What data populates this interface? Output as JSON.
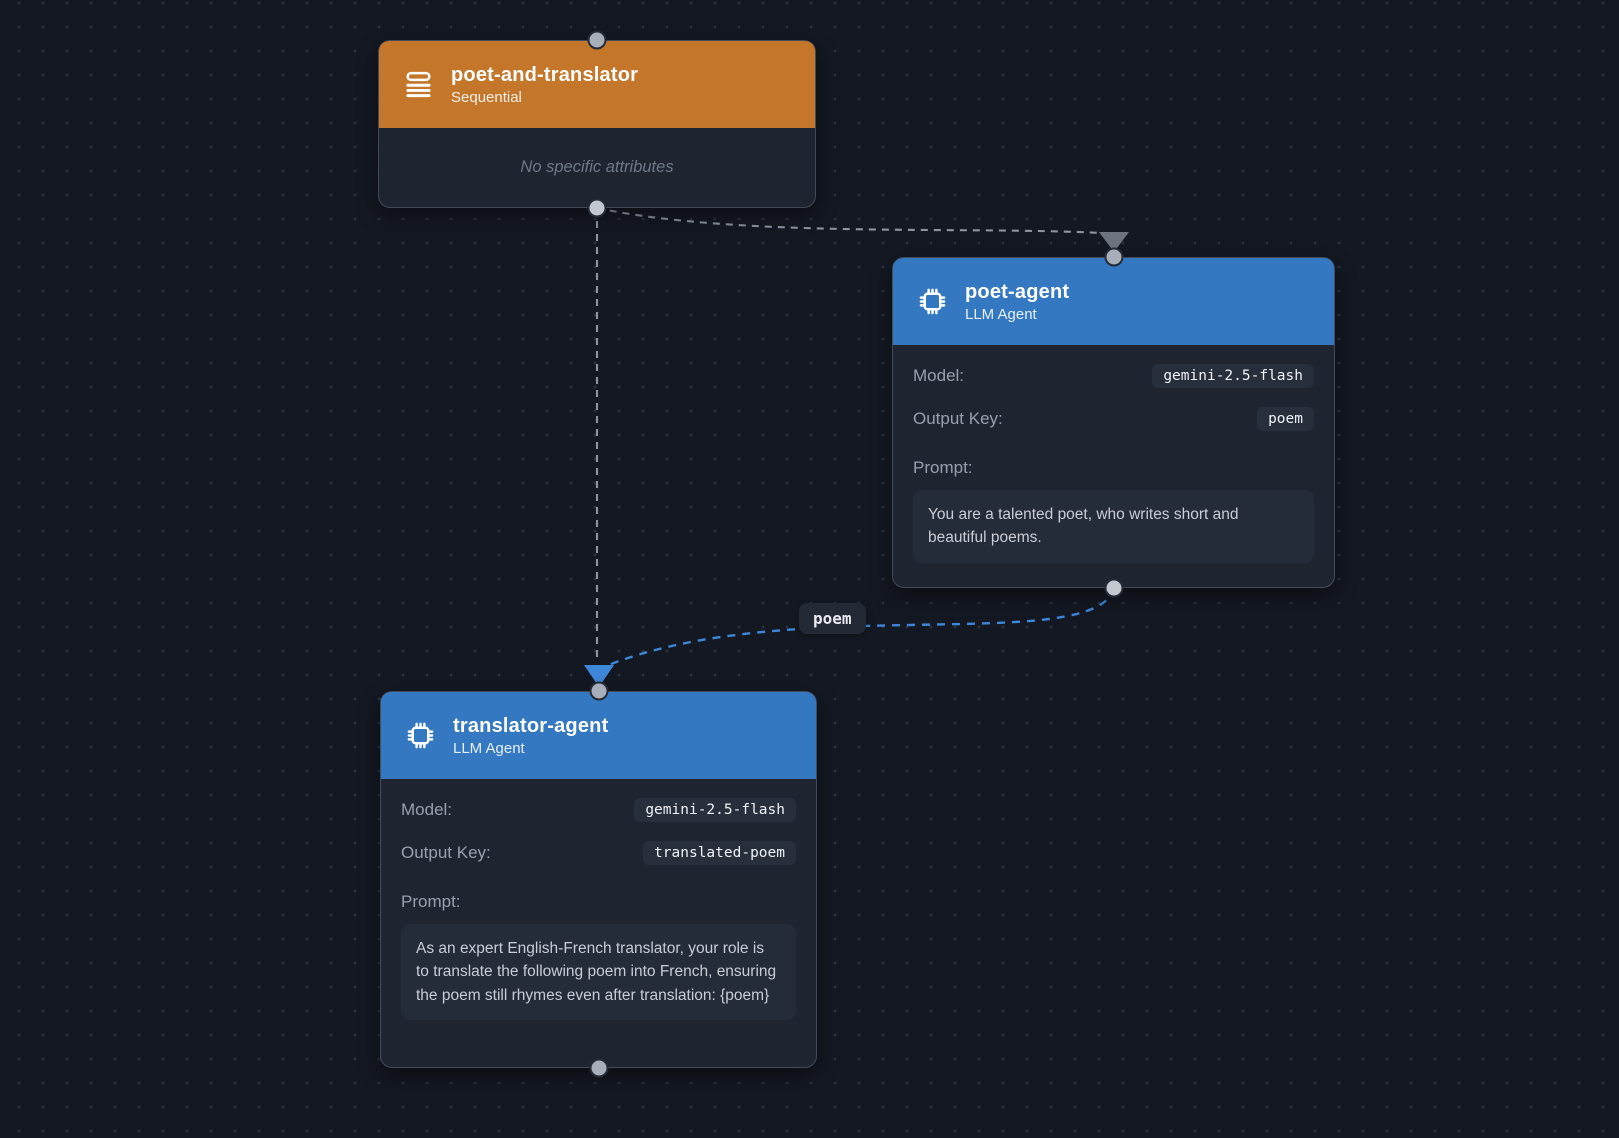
{
  "canvas": {
    "background_color": "#141822",
    "grid": "dot-grid"
  },
  "nodes": [
    {
      "id": "poet-and-translator",
      "title": "poet-and-translator",
      "subtitle": "Sequential",
      "kind": "sequential-agent",
      "icon": "queue-list-icon",
      "header_color": "#c4762a",
      "note": "No specific attributes"
    },
    {
      "id": "poet-agent",
      "title": "poet-agent",
      "subtitle": "LLM Agent",
      "kind": "llm-agent",
      "icon": "cpu-chip-icon",
      "header_color": "#3478c2",
      "fields": [
        {
          "label": "Model:",
          "value": "gemini-2.5-flash"
        },
        {
          "label": "Output Key:",
          "value": "poem"
        }
      ],
      "prompt_label": "Prompt:",
      "prompt": "You are a talented poet, who writes short and beautiful poems."
    },
    {
      "id": "translator-agent",
      "title": "translator-agent",
      "subtitle": "LLM Agent",
      "kind": "llm-agent",
      "icon": "cpu-chip-icon",
      "header_color": "#3478c2",
      "fields": [
        {
          "label": "Model:",
          "value": "gemini-2.5-flash"
        },
        {
          "label": "Output Key:",
          "value": "translated-poem"
        }
      ],
      "prompt_label": "Prompt:",
      "prompt": "As an expert English-French translator, your role is to translate the following poem into French, ensuring the poem still rhymes even after translation: {poem}"
    }
  ],
  "edges": [
    {
      "from": "poet-and-translator",
      "to": "poet-agent",
      "style": "dashed-gray"
    },
    {
      "from": "poet-and-translator",
      "to": "translator-agent",
      "style": "dashed-gray"
    },
    {
      "from": "poet-agent",
      "to": "translator-agent",
      "style": "dashed-blue",
      "label": "poem"
    }
  ],
  "colors": {
    "sequential_header": "#c4762a",
    "llm_header": "#3478c2",
    "node_body": "#1e2531",
    "node_border": "#434a59",
    "edge_gray": "#8e95a1",
    "edge_blue": "#3e86d8",
    "label_text": "#98a0ad",
    "value_text": "#f0f2f6"
  }
}
